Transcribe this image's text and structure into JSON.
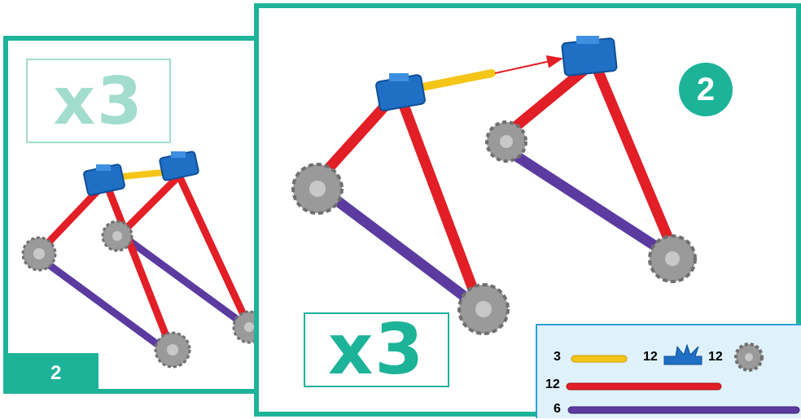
{
  "left_panel": {
    "multiplier": "x3",
    "step_number": "2"
  },
  "right_panel": {
    "multiplier": "x3",
    "step_number": "2"
  },
  "parts_list": [
    {
      "count": "3",
      "part": "yellow-rod"
    },
    {
      "count": "12",
      "part": "blue-connector"
    },
    {
      "count": "12",
      "part": "gray-gear-connector"
    },
    {
      "count": "12",
      "part": "red-rod"
    },
    {
      "count": "6",
      "part": "purple-rod"
    }
  ],
  "colors": {
    "frame": "#1db399",
    "frame_light": "#a2dccd",
    "parts_bg": "#dff1fa",
    "yellow_rod": "#f5c518",
    "red_rod": "#e21e26",
    "purple_rod": "#5b3ba0",
    "blue_connector": "#1f6fc5",
    "gray_connector": "#9a9a9a",
    "arrow": "#e21e26"
  }
}
